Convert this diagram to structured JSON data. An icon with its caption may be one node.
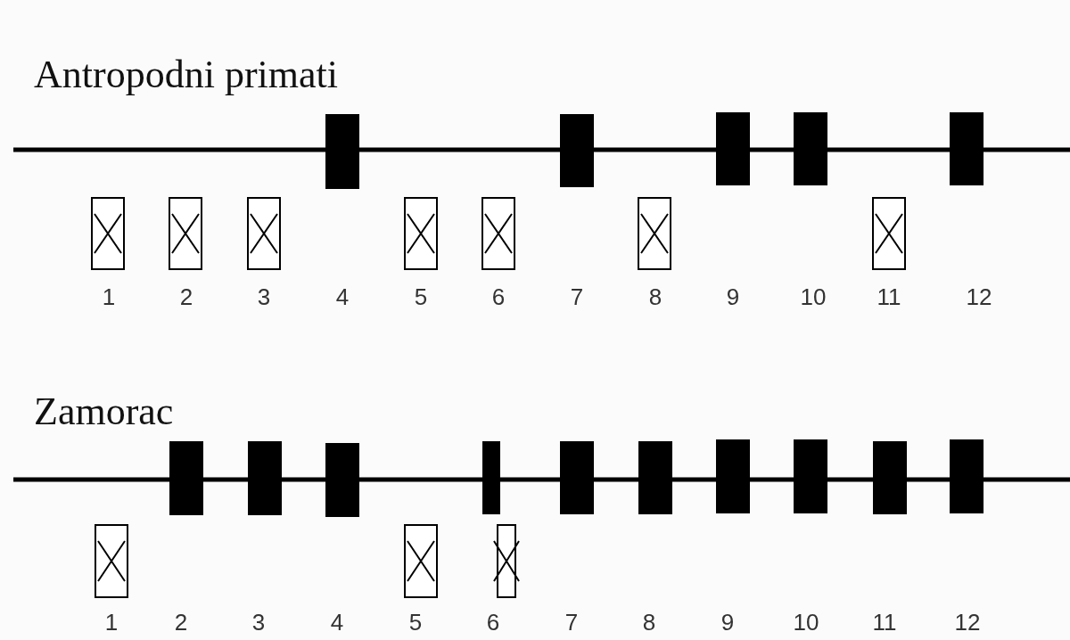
{
  "diagram": {
    "labels": [
      "Antropodni primati",
      "1",
      "2",
      "3",
      "4",
      "5",
      "6",
      "7",
      "8",
      "9",
      "10",
      "11",
      "12",
      "Zamorac",
      "1",
      "2",
      "3",
      "4",
      "5",
      "6",
      "7",
      "8",
      "9",
      "10",
      "11",
      "12"
    ]
  }
}
